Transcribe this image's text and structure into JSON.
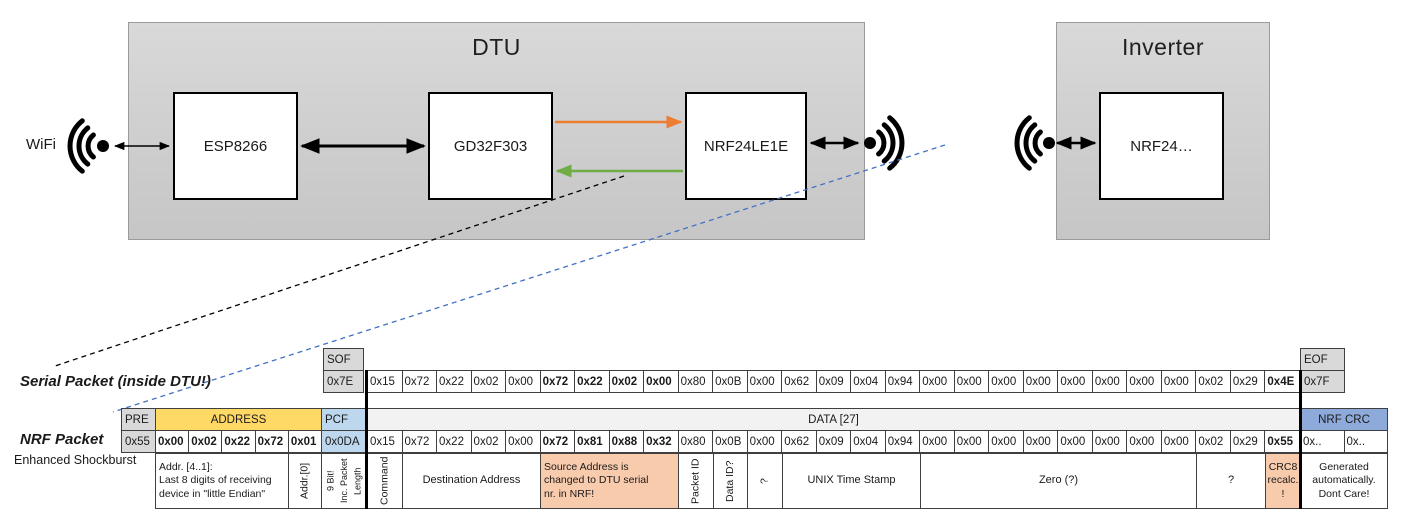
{
  "diagram": {
    "dtu_label": "DTU",
    "inverter_label": "Inverter",
    "wifi_label": "WiFi",
    "chips": {
      "esp": "ESP8266",
      "gd32": "GD32F303",
      "nrf_dtu": "NRF24LE1E",
      "nrf_inv": "NRF24…"
    },
    "colors": {
      "orange_arrow": "#ED7D31",
      "green_arrow": "#70AD47",
      "blue_dash": "#4472C4"
    }
  },
  "serial_packet": {
    "label": "Serial Packet (inside DTU!)",
    "sof_header": "SOF",
    "sof_value": "0x7E",
    "eof_header": "EOF",
    "eof_value": "0x7F",
    "bytes": [
      {
        "t": "0x15",
        "c": "g1"
      },
      {
        "t": "0x72",
        "c": "g2"
      },
      {
        "t": "0x22",
        "c": "g2"
      },
      {
        "t": "0x02",
        "c": "g2"
      },
      {
        "t": "0x00",
        "c": "g2"
      },
      {
        "t": "0x72",
        "c": "gold"
      },
      {
        "t": "0x22",
        "c": "gold"
      },
      {
        "t": "0x02",
        "c": "gold"
      },
      {
        "t": "0x00",
        "c": "gold"
      },
      {
        "t": "0x80",
        "c": "blue"
      },
      {
        "t": "0x0B",
        "c": "g2"
      },
      {
        "t": "0x00",
        "c": "g2"
      },
      {
        "t": "0x62",
        "c": "gray"
      },
      {
        "t": "0x09",
        "c": "gray"
      },
      {
        "t": "0x04",
        "c": "gray"
      },
      {
        "t": "0x94",
        "c": "gray"
      },
      {
        "t": "0x00",
        "c": "g2"
      },
      {
        "t": "0x00",
        "c": "g2"
      },
      {
        "t": "0x00",
        "c": "g2"
      },
      {
        "t": "0x00",
        "c": "g2"
      },
      {
        "t": "0x00",
        "c": "g2"
      },
      {
        "t": "0x00",
        "c": "g2"
      },
      {
        "t": "0x00",
        "c": "g2"
      },
      {
        "t": "0x00",
        "c": "g2"
      },
      {
        "t": "0x02",
        "c": "gray"
      },
      {
        "t": "0x29",
        "c": "gray"
      },
      {
        "t": "0x4E",
        "c": "orange"
      }
    ]
  },
  "nrf_packet": {
    "label": "NRF Packet",
    "sublabel": "Enhanced Shockburst",
    "pre_header": "PRE",
    "pre_value": "0x55",
    "address_header": "ADDRESS",
    "address_values": [
      "0x00",
      "0x02",
      "0x22",
      "0x72",
      "0x01"
    ],
    "pcf_header": "PCF",
    "pcf_value": "0x0DA",
    "data_header": "DATA [27]",
    "crc_header": "NRF CRC",
    "crc_values": [
      "0x..",
      "0x.."
    ],
    "bytes": [
      {
        "t": "0x15",
        "c": "g1"
      },
      {
        "t": "0x72",
        "c": "g2"
      },
      {
        "t": "0x22",
        "c": "g2"
      },
      {
        "t": "0x02",
        "c": "g2"
      },
      {
        "t": "0x00",
        "c": "g2"
      },
      {
        "t": "0x72",
        "c": "sal"
      },
      {
        "t": "0x81",
        "c": "sal"
      },
      {
        "t": "0x88",
        "c": "sal"
      },
      {
        "t": "0x32",
        "c": "sal"
      },
      {
        "t": "0x80",
        "c": "blue"
      },
      {
        "t": "0x0B",
        "c": "g2"
      },
      {
        "t": "0x00",
        "c": "g2"
      },
      {
        "t": "0x62",
        "c": "gray"
      },
      {
        "t": "0x09",
        "c": "gray"
      },
      {
        "t": "0x04",
        "c": "gray"
      },
      {
        "t": "0x94",
        "c": "gray"
      },
      {
        "t": "0x00",
        "c": "g2"
      },
      {
        "t": "0x00",
        "c": "g2"
      },
      {
        "t": "0x00",
        "c": "g2"
      },
      {
        "t": "0x00",
        "c": "g2"
      },
      {
        "t": "0x00",
        "c": "g2"
      },
      {
        "t": "0x00",
        "c": "g2"
      },
      {
        "t": "0x00",
        "c": "g2"
      },
      {
        "t": "0x00",
        "c": "g2"
      },
      {
        "t": "0x02",
        "c": "gray"
      },
      {
        "t": "0x29",
        "c": "gray"
      },
      {
        "t": "0x55",
        "c": "sal"
      }
    ]
  },
  "annotations": {
    "addr41": "Addr. [4..1]:\nLast 8 digits of receiving\ndevice in \"little Endian\"",
    "addr0": "Addr.[0]",
    "ninebit": "9 Bit!\nInc. Packet\nLength",
    "command": "Command",
    "dest": "Destination Address",
    "source": "Source Address is\nchanged to DTU serial\nnr. in NRF!",
    "packet_id": "Packet ID",
    "data_id": "Data ID?",
    "q1": "?",
    "unix": "UNIX Time Stamp",
    "zero": "Zero (?)",
    "q2": "?",
    "crc8": "CRC8\nrecalc.\n!",
    "generated": "Generated\nautomatically.\nDont Care!"
  }
}
